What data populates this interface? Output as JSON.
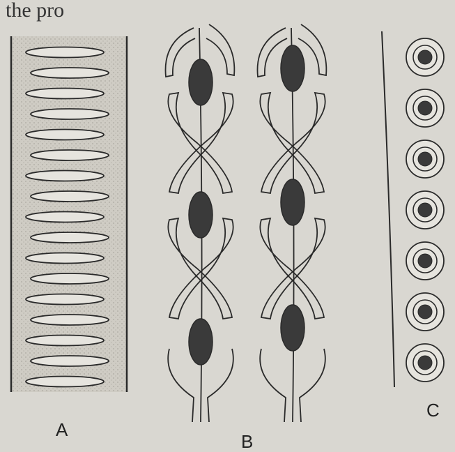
{
  "header_fragment": "the pro",
  "figures": [
    {
      "id": "fig-a",
      "label": "A",
      "cells": 17
    },
    {
      "id": "fig-b",
      "label": "B",
      "columns": 2,
      "nuclei_per_column": 3
    },
    {
      "id": "fig-c",
      "label": "C",
      "cells": 7
    }
  ],
  "colors": {
    "background": "#d9d7d1",
    "ink": "#2a2a2a",
    "nucleus": "#3a3a3a"
  }
}
